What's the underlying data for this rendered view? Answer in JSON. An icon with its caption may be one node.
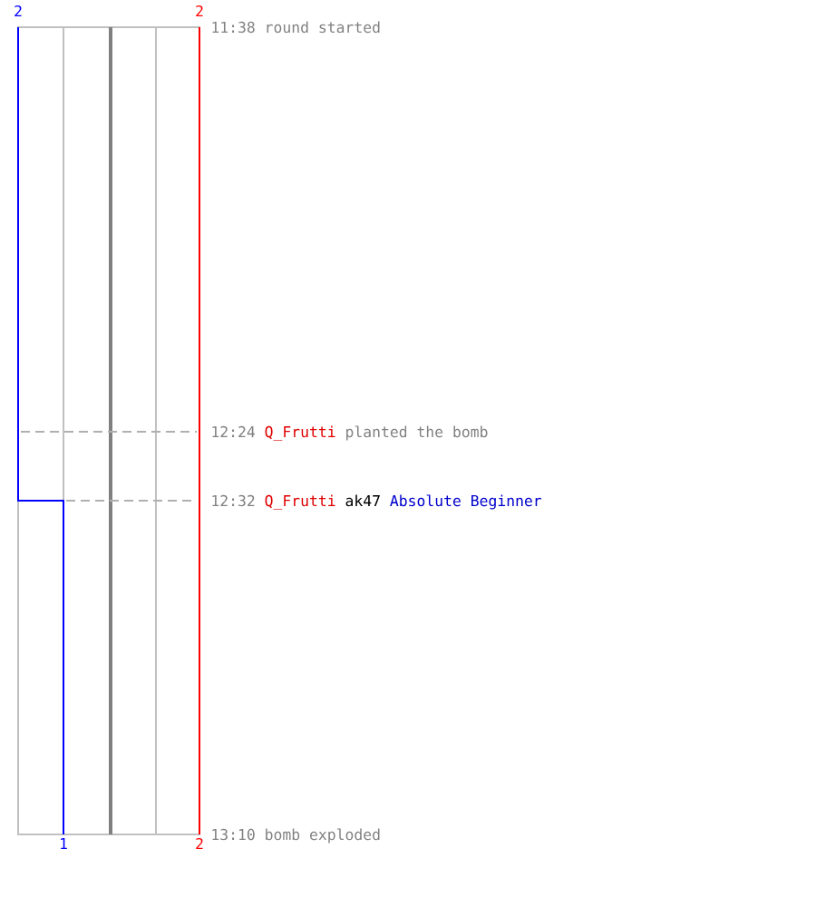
{
  "diagram": {
    "labels": [
      "2",
      "2",
      "11:38",
      "round started",
      "12:24",
      "Q_Frutti",
      "planted the bomb",
      "12:32",
      "Q_Frutti",
      "ak47",
      "Absolute Beginner",
      "1",
      "2",
      "13:10",
      "bomb exploded"
    ]
  }
}
